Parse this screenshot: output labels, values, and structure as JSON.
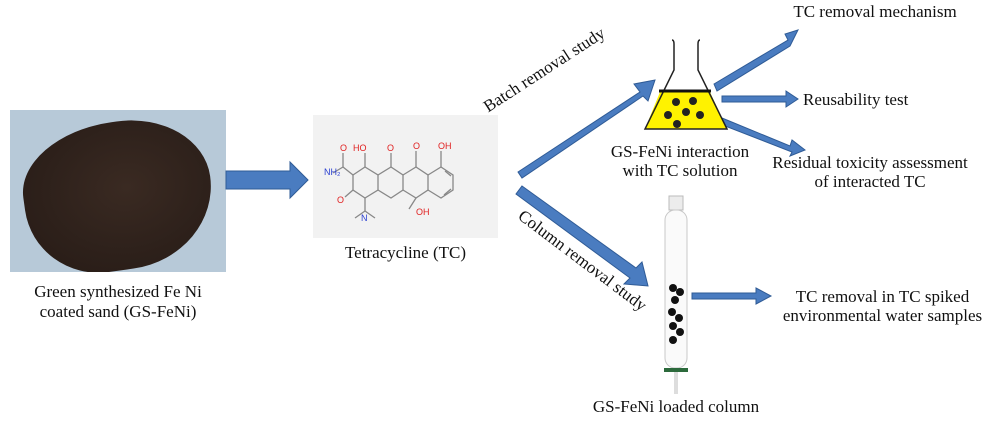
{
  "title": "Tetracycline removal workflow using GS-FeNi",
  "colors": {
    "arrow_fill": "#4a7cc0",
    "arrow_stroke": "#2f5b96",
    "solution_yellow": "#ffee00",
    "photo_background": "#b7c9d8",
    "sand_dark": "#2e211b"
  },
  "nodes": {
    "sand": {
      "caption_line1": "Green synthesized Fe Ni",
      "caption_line2": "coated sand (GS-FeNi)"
    },
    "molecule": {
      "caption": "Tetracycline (TC)",
      "atoms": {
        "O": "O",
        "H": "H",
        "N": "N",
        "HO": "H·O",
        "NH": "N",
        "H2": "H"
      }
    },
    "flask": {
      "caption_line1": "GS-FeNi interaction",
      "caption_line2": "with TC solution"
    },
    "column": {
      "caption": "GS-FeNi loaded column"
    }
  },
  "edges": {
    "batch": "Batch removal study",
    "column": "Column removal study"
  },
  "outcomes": {
    "mechanism": "TC removal mechanism",
    "reusability": "Reusability test",
    "toxicity_line1": "Residual toxicity assessment",
    "toxicity_line2": "of interacted TC",
    "env_line1": "TC removal in TC spiked",
    "env_line2": "environmental water samples"
  }
}
